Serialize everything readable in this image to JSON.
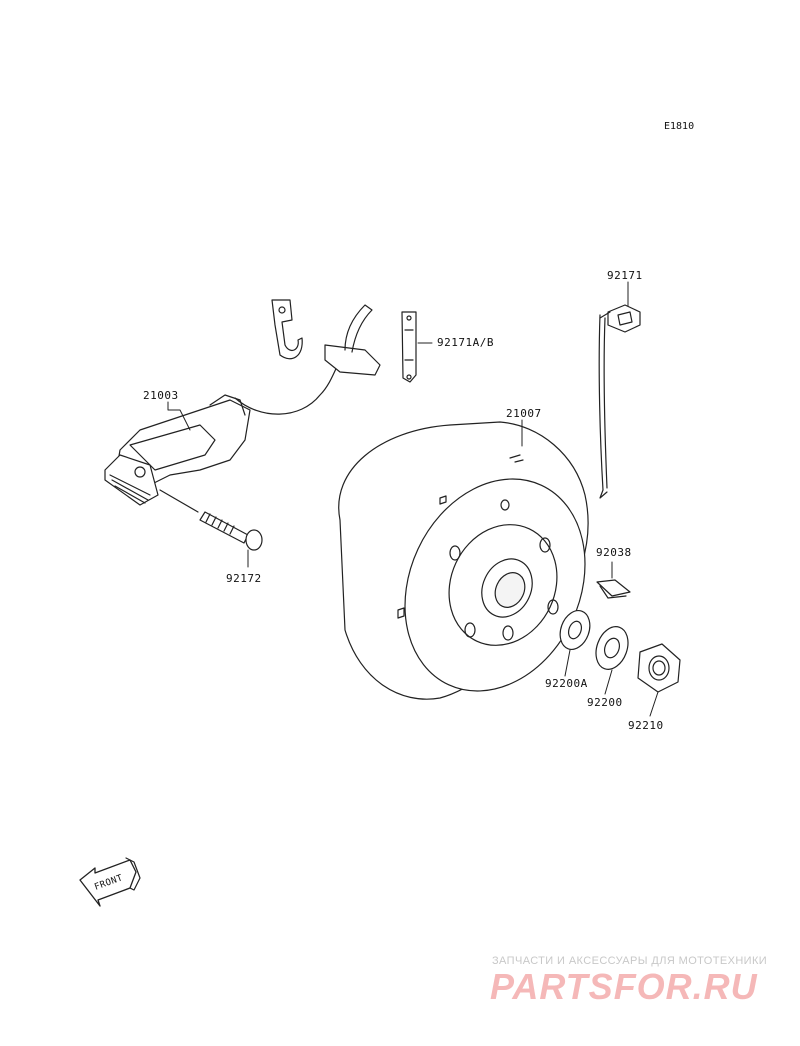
{
  "diagram_code": "E1810",
  "parts": [
    {
      "id": "p-21003",
      "label": "21003"
    },
    {
      "id": "p-21007",
      "label": "21007"
    },
    {
      "id": "p-92171",
      "label": "92171"
    },
    {
      "id": "p-92171ab",
      "label": "92171A/B"
    },
    {
      "id": "p-92172",
      "label": "92172"
    },
    {
      "id": "p-92038",
      "label": "92038"
    },
    {
      "id": "p-92200a",
      "label": "92200A"
    },
    {
      "id": "p-92200",
      "label": "92200"
    },
    {
      "id": "p-92210",
      "label": "92210"
    }
  ],
  "front_arrow_label": "FRONT",
  "watermark": {
    "tagline": "ЗАПЧАСТИ И АКСЕССУАРЫ ДЛЯ МОТОТЕХНИКИ",
    "logo": "PARTSFOR.RU"
  }
}
